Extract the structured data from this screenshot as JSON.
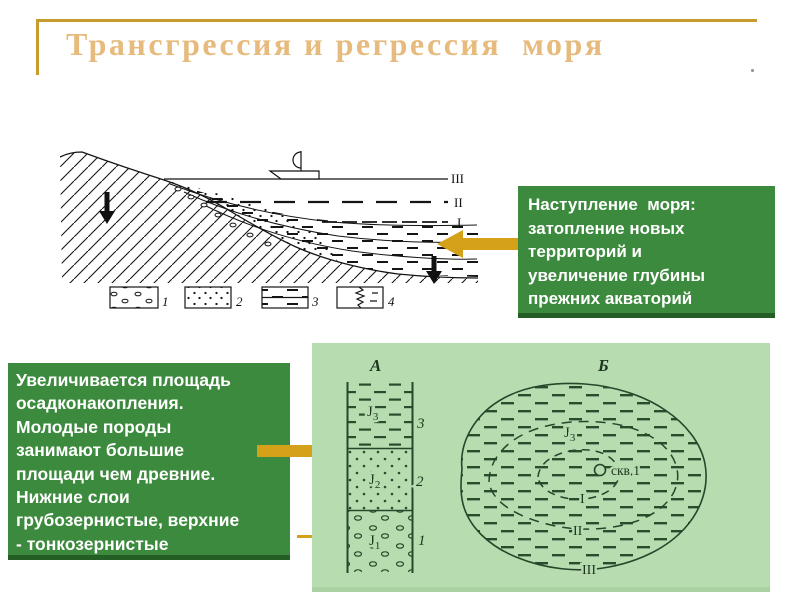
{
  "title": "Трансгрессия и регрессия  моря",
  "boxes": {
    "advance": {
      "lines": [
        "Наступление  моря:",
        "затопление новых",
        "территорий и",
        "увеличение глубины",
        "прежних акваторий"
      ]
    },
    "sediment": {
      "lines": [
        "Увеличивается площадь",
        "осадконакопления.",
        "Молодые породы",
        "занимают большие",
        "площади чем древние.",
        "Нижние слои",
        "грубозернистые, верхние",
        "- тонкозернистые"
      ]
    }
  },
  "diagram": {
    "sea_levels": {
      "third": "III",
      "second": "II",
      "first": "I"
    },
    "legend": {
      "n1": "1",
      "n2": "2",
      "n3": "3",
      "n4": "4"
    }
  },
  "panel": {
    "column": {
      "title": "А",
      "layer_top": {
        "j": "J",
        "sub": "3",
        "num": "3"
      },
      "layer_mid": {
        "j": "J",
        "sub": "2",
        "num": "2"
      },
      "layer_bot": {
        "j": "J",
        "sub": "1",
        "num": "1"
      }
    },
    "map": {
      "title": "Б",
      "j": "J",
      "j_sub": "3",
      "well": "скв.1",
      "c1": "I",
      "c2": "II",
      "c3": "III"
    }
  },
  "colors": {
    "accent_green": "#3c8a3d",
    "panel_green": "#b7dcb0",
    "gold": "#d5a118",
    "title_tan": "#e6bb7d",
    "frame_gold": "#c79b2e"
  }
}
